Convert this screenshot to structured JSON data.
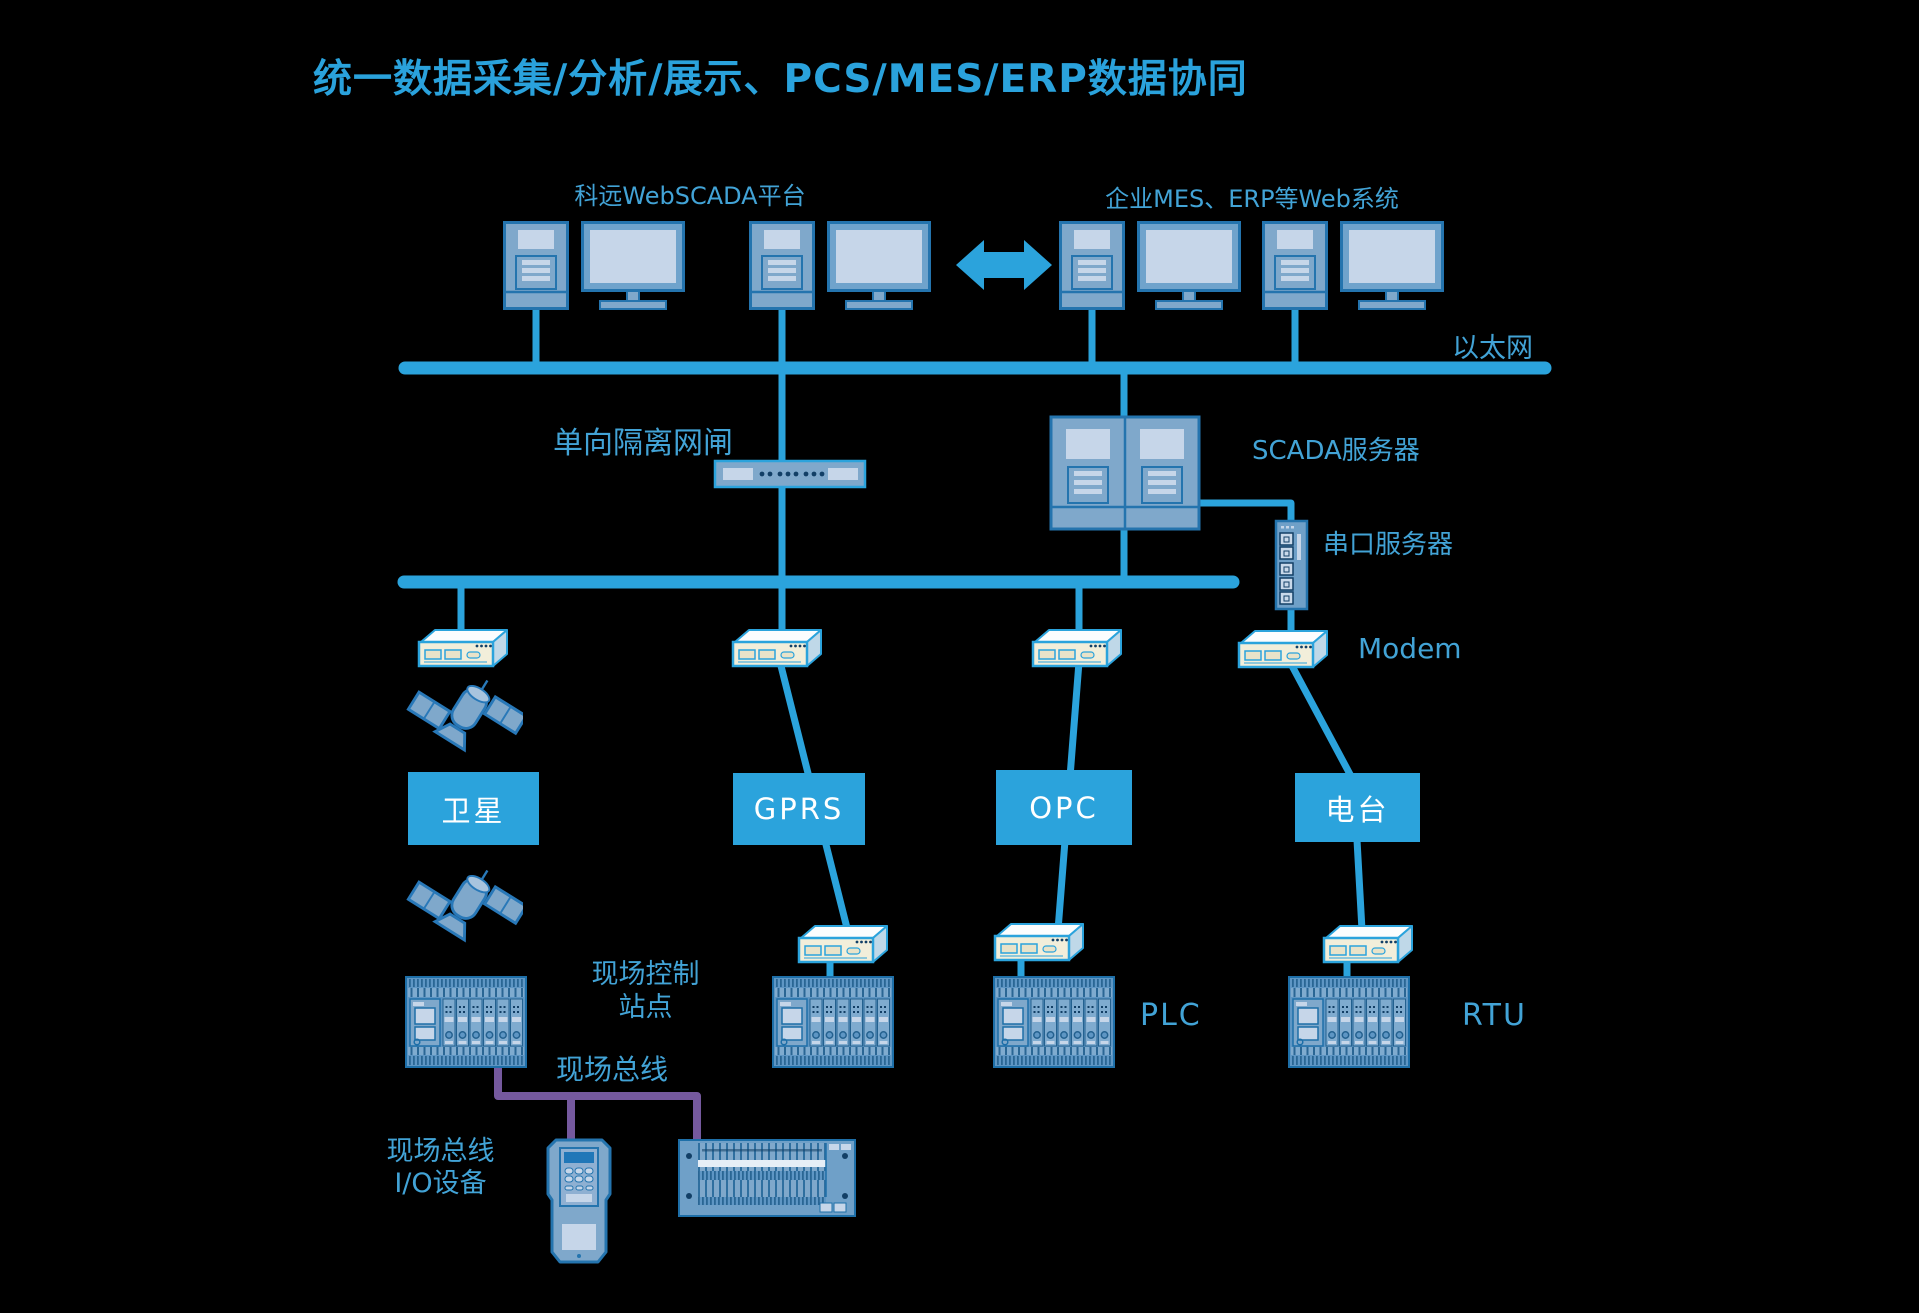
{
  "title": "统一数据采集/分析/展示、PCS/MES/ERP数据协同",
  "top": {
    "left_group_label": "科远WebSCADA平台",
    "right_group_label": "企业MES、ERP等Web系统",
    "ethernet_label": "以太网"
  },
  "middle": {
    "gateway_label": "单向隔离网闸",
    "scada_server_label": "SCADA服务器",
    "serial_server_label": "串口服务器",
    "modem_label": "Modem"
  },
  "channels": {
    "satellite_label": "卫星",
    "gprs_label": "GPRS",
    "opc_label": "OPC",
    "radio_label": "电台"
  },
  "field": {
    "station_label_line1": "现场控制",
    "station_label_line2": "站点",
    "fieldbus_label": "现场总线",
    "plc_label": "PLC",
    "rtu_label": "RTU",
    "io_label_line1": "现场总线",
    "io_label_line2": "I/O设备"
  },
  "colors": {
    "background": "#000000",
    "accent_blue": "#2BA3DC",
    "title_blue": "#2AA2DC",
    "label_blue": "#42A3D6",
    "device_fill": "#7FA8CB",
    "device_border": "#2474AE",
    "panel_light": "#C6D6E9",
    "hub_face_cream": "#F2EEDA",
    "fieldbus_purple": "#75599E",
    "box_text": "#FFFFFF"
  }
}
